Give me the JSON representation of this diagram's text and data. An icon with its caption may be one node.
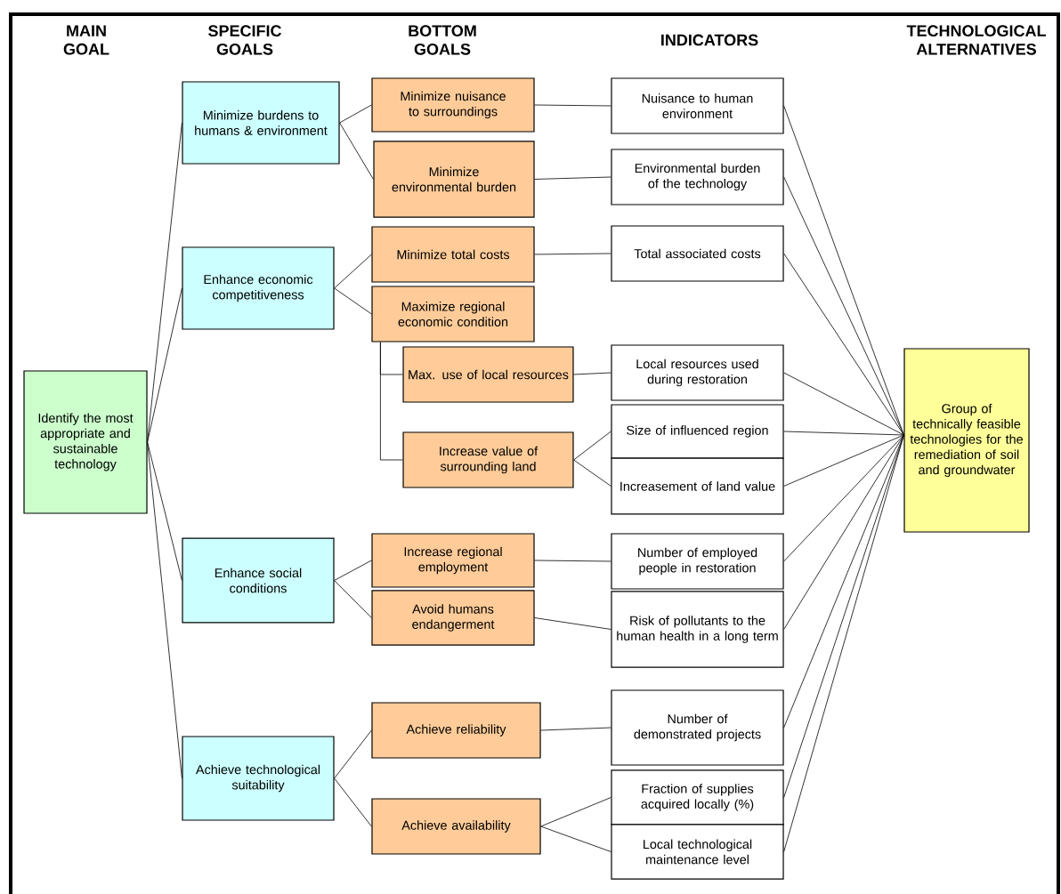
{
  "diagram": {
    "nodes": [
      {
        "text": [
          "Identify the most appropriate and sustainable technology"
        ]
      },
      {
        "text": [
          "Minimize burdens to humans & environment"
        ]
      },
      {
        "text": [
          "Enhance economic competitiveness"
        ]
      },
      {
        "text": [
          "Enhance social conditions"
        ]
      },
      {
        "text": [
          "Achieve technological suitability"
        ]
      },
      {
        "text": [
          "Minimize nuisance to surroundings"
        ]
      },
      {
        "text": [
          "Minimize environmental burden"
        ]
      },
      {
        "text": [
          "Minimize total costs"
        ]
      },
      {
        "text": [
          "Maximize regional economic condition"
        ]
      },
      {
        "text": [
          "Max. use of local resources"
        ]
      },
      {
        "text": [
          "Increase value of surrounding land"
        ]
      },
      {
        "text": [
          "Increase regional employment"
        ]
      },
      {
        "text": [
          "Avoid humans endangerment"
        ]
      },
      {
        "text": [
          "Achieve reliability"
        ]
      },
      {
        "text": [
          "Achieve availability"
        ]
      },
      {
        "text": [
          "Nuisance to human environment"
        ]
      },
      {
        "text": [
          "Environmental burden of the technology"
        ]
      },
      {
        "text": [
          "Total associated costs"
        ]
      },
      {
        "text": [
          "Local resources used during restoration"
        ]
      },
      {
        "text": [
          "Size of influenced region"
        ]
      },
      {
        "text": [
          "Increasement of land value"
        ]
      },
      {
        "text": [
          "Number of employed people in restoration"
        ]
      },
      {
        "text": [
          "Risk of pollutants to the human health in a long term"
        ]
      },
      {
        "text": [
          "Number of demonstrated projects"
        ]
      },
      {
        "text": [
          "Fraction of supplies acquired locally (%)"
        ]
      },
      {
        "text": [
          "Local technological maintenance level"
        ]
      },
      {
        "text": [
          "Group of technically feasible technologies for the remediation of soil and groundwater"
        ]
      }
    ],
    "edges": [
      {
        "from": 0,
        "to": 1,
        "arrow": "none"
      },
      {
        "from": 0,
        "to": 2,
        "arrow": "none"
      },
      {
        "from": 0,
        "to": 3,
        "arrow": "none"
      },
      {
        "from": 0,
        "to": 4,
        "arrow": "none"
      },
      {
        "from": 1,
        "to": 5,
        "arrow": "none"
      },
      {
        "from": 1,
        "to": 6,
        "arrow": "none"
      },
      {
        "from": 2,
        "to": 7,
        "arrow": "none"
      },
      {
        "from": 2,
        "to": 8,
        "arrow": "none"
      },
      {
        "from": 8,
        "to": 9,
        "arrow": "none"
      },
      {
        "from": 8,
        "to": 10,
        "arrow": "none"
      },
      {
        "from": 3,
        "to": 11,
        "arrow": "none"
      },
      {
        "from": 3,
        "to": 12,
        "arrow": "none"
      },
      {
        "from": 4,
        "to": 13,
        "arrow": "none"
      },
      {
        "from": 4,
        "to": 14,
        "arrow": "none"
      },
      {
        "from": 5,
        "to": 15,
        "arrow": "none"
      },
      {
        "from": 6,
        "to": 16,
        "arrow": "none"
      },
      {
        "from": 7,
        "to": 17,
        "arrow": "none"
      },
      {
        "from": 9,
        "to": 18,
        "arrow": "none"
      },
      {
        "from": 10,
        "to": 19,
        "arrow": "none"
      },
      {
        "from": 10,
        "to": 20,
        "arrow": "none"
      },
      {
        "from": 11,
        "to": 21,
        "arrow": "none"
      },
      {
        "from": 12,
        "to": 22,
        "arrow": "none"
      },
      {
        "from": 13,
        "to": 23,
        "arrow": "none"
      },
      {
        "from": 14,
        "to": 24,
        "arrow": "none"
      },
      {
        "from": 14,
        "to": 25,
        "arrow": "none"
      },
      {
        "from": 15,
        "to": 26,
        "arrow": "none"
      },
      {
        "from": 16,
        "to": 26,
        "arrow": "none"
      },
      {
        "from": 17,
        "to": 26,
        "arrow": "none"
      },
      {
        "from": 18,
        "to": 26,
        "arrow": "none"
      },
      {
        "from": 19,
        "to": 26,
        "arrow": "none"
      },
      {
        "from": 20,
        "to": 26,
        "arrow": "none"
      },
      {
        "from": 21,
        "to": 26,
        "arrow": "none"
      },
      {
        "from": 22,
        "to": 26,
        "arrow": "none"
      },
      {
        "from": 23,
        "to": 26,
        "arrow": "none"
      },
      {
        "from": 24,
        "to": 26,
        "arrow": "none"
      },
      {
        "from": 25,
        "to": 26,
        "arrow": "none"
      }
    ],
    "labels": [
      "MAIN GOAL",
      "SPECIFIC GOALS",
      "BOTTOM GOALS",
      "INDICATORS",
      "TECHNOLOGICAL ALTERNATIVES"
    ]
  }
}
